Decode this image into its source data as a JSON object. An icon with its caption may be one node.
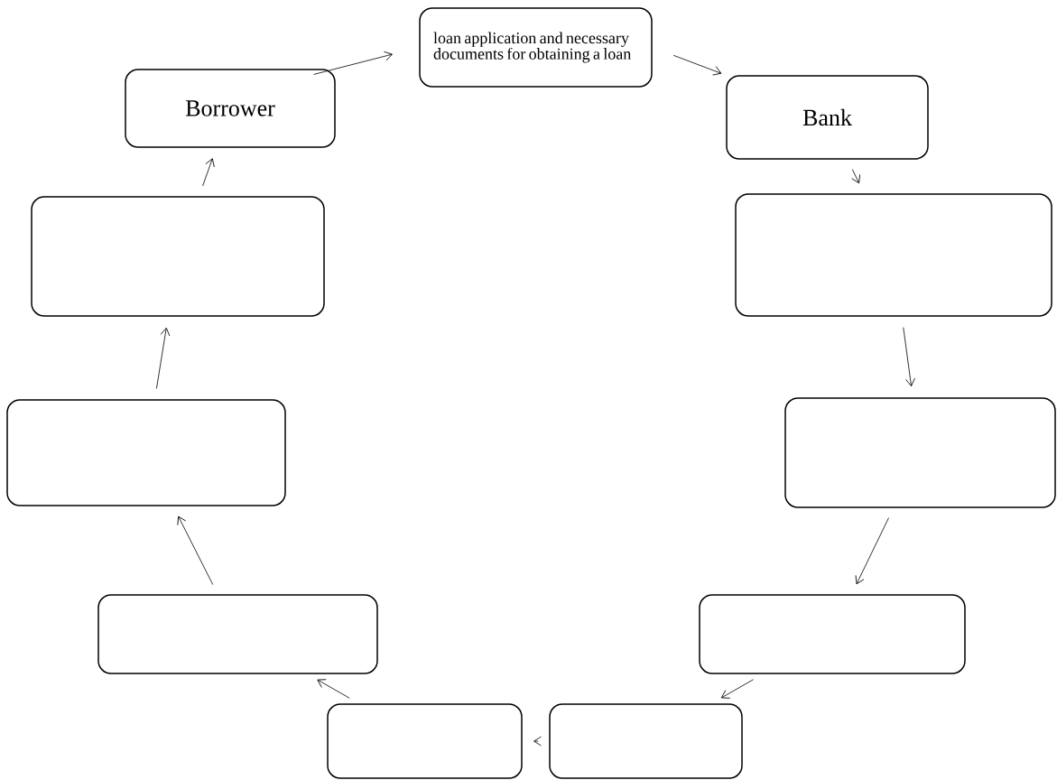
{
  "diagram": {
    "nodes": [
      {
        "text": [
          "loan application and necessary documents for obtaining a loan"
        ]
      },
      {
        "text": [
          "Borrower"
        ]
      },
      {
        "text": [
          "Bank"
        ]
      },
      {
        "text": [],
        "shape": "box"
      },
      {
        "text": [],
        "shape": "box"
      },
      {
        "text": [],
        "shape": "box"
      },
      {
        "text": [],
        "shape": "box"
      },
      {
        "text": [],
        "shape": "box"
      },
      {
        "text": [],
        "shape": "box"
      },
      {
        "text": [],
        "shape": "box"
      },
      {
        "text": [],
        "shape": "box"
      }
    ],
    "edges": [
      {
        "from": 1,
        "to": 0,
        "arrow": "to"
      },
      {
        "from": 0,
        "to": 2,
        "arrow": "to"
      },
      {
        "from": 2,
        "to": 4,
        "arrow": "to"
      },
      {
        "from": 4,
        "to": 6,
        "arrow": "to"
      },
      {
        "from": 6,
        "to": 8,
        "arrow": "to"
      },
      {
        "from": 8,
        "to": 10,
        "arrow": "to"
      },
      {
        "from": 10,
        "to": 9,
        "arrow": "to"
      },
      {
        "from": 9,
        "to": 7,
        "arrow": "to"
      },
      {
        "from": 7,
        "to": 5,
        "arrow": "to"
      },
      {
        "from": 5,
        "to": 3,
        "arrow": "to"
      },
      {
        "from": 3,
        "to": 1,
        "arrow": "to"
      }
    ]
  }
}
